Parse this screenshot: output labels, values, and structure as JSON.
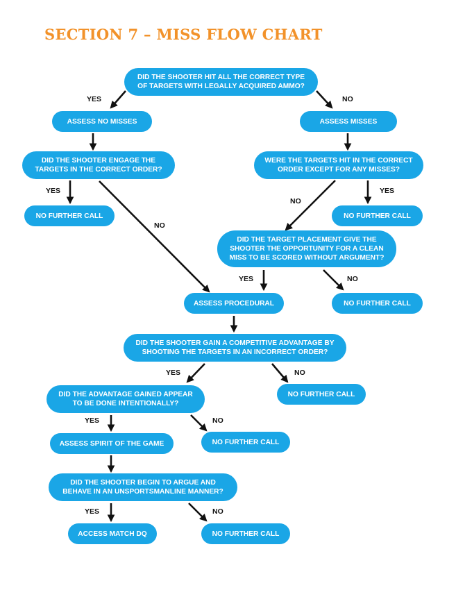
{
  "title": "SECTION 7 – MISS FLOW CHART",
  "colors": {
    "title": "#F2922A",
    "node": "#1AA6E6",
    "arrow": "#111111"
  },
  "nodes": {
    "q_hit_correct": "DID THE SHOOTER HIT ALL THE CORRECT TYPE\nOF TARGETS WITH LEGALLY ACQUIRED AMMO?",
    "assess_no_misses": "ASSESS NO MISSES",
    "assess_misses": "ASSESS MISSES",
    "q_correct_order": "DID THE SHOOTER ENGAGE THE\nTARGETS IN THE CORRECT ORDER?",
    "q_hit_order_except": "WERE THE TARGETS HIT IN THE CORRECT\nORDER EXCEPT FOR ANY MISSES?",
    "nfc_1": "NO FURTHER CALL",
    "nfc_2": "NO FURTHER CALL",
    "q_placement": "DID THE TARGET PLACEMENT GIVE THE\nSHOOTER THE OPPORTUNITY FOR A CLEAN\nMISS TO BE SCORED WITHOUT ARGUMENT?",
    "assess_procedural": "ASSESS PROCEDURAL",
    "nfc_3": "NO FURTHER CALL",
    "q_advantage": "DID THE SHOOTER GAIN A COMPETITIVE ADVANTAGE BY\nSHOOTING THE TARGETS IN AN INCORRECT ORDER?",
    "q_intentional": "DID THE ADVANTAGE GAINED APPEAR\nTO BE DONE INTENTIONALLY?",
    "nfc_4": "NO FURTHER CALL",
    "assess_spirit": "ASSESS SPIRIT OF THE GAME",
    "nfc_5": "NO FURTHER CALL",
    "q_argue": "DID THE SHOOTER BEGIN TO ARGUE AND\nBEHAVE IN AN UNSPORTSMANLINE MANNER?",
    "access_dq": "ACCESS MATCH DQ",
    "nfc_6": "NO FURTHER CALL"
  },
  "edge_labels": {
    "yes": "YES",
    "no": "NO"
  }
}
